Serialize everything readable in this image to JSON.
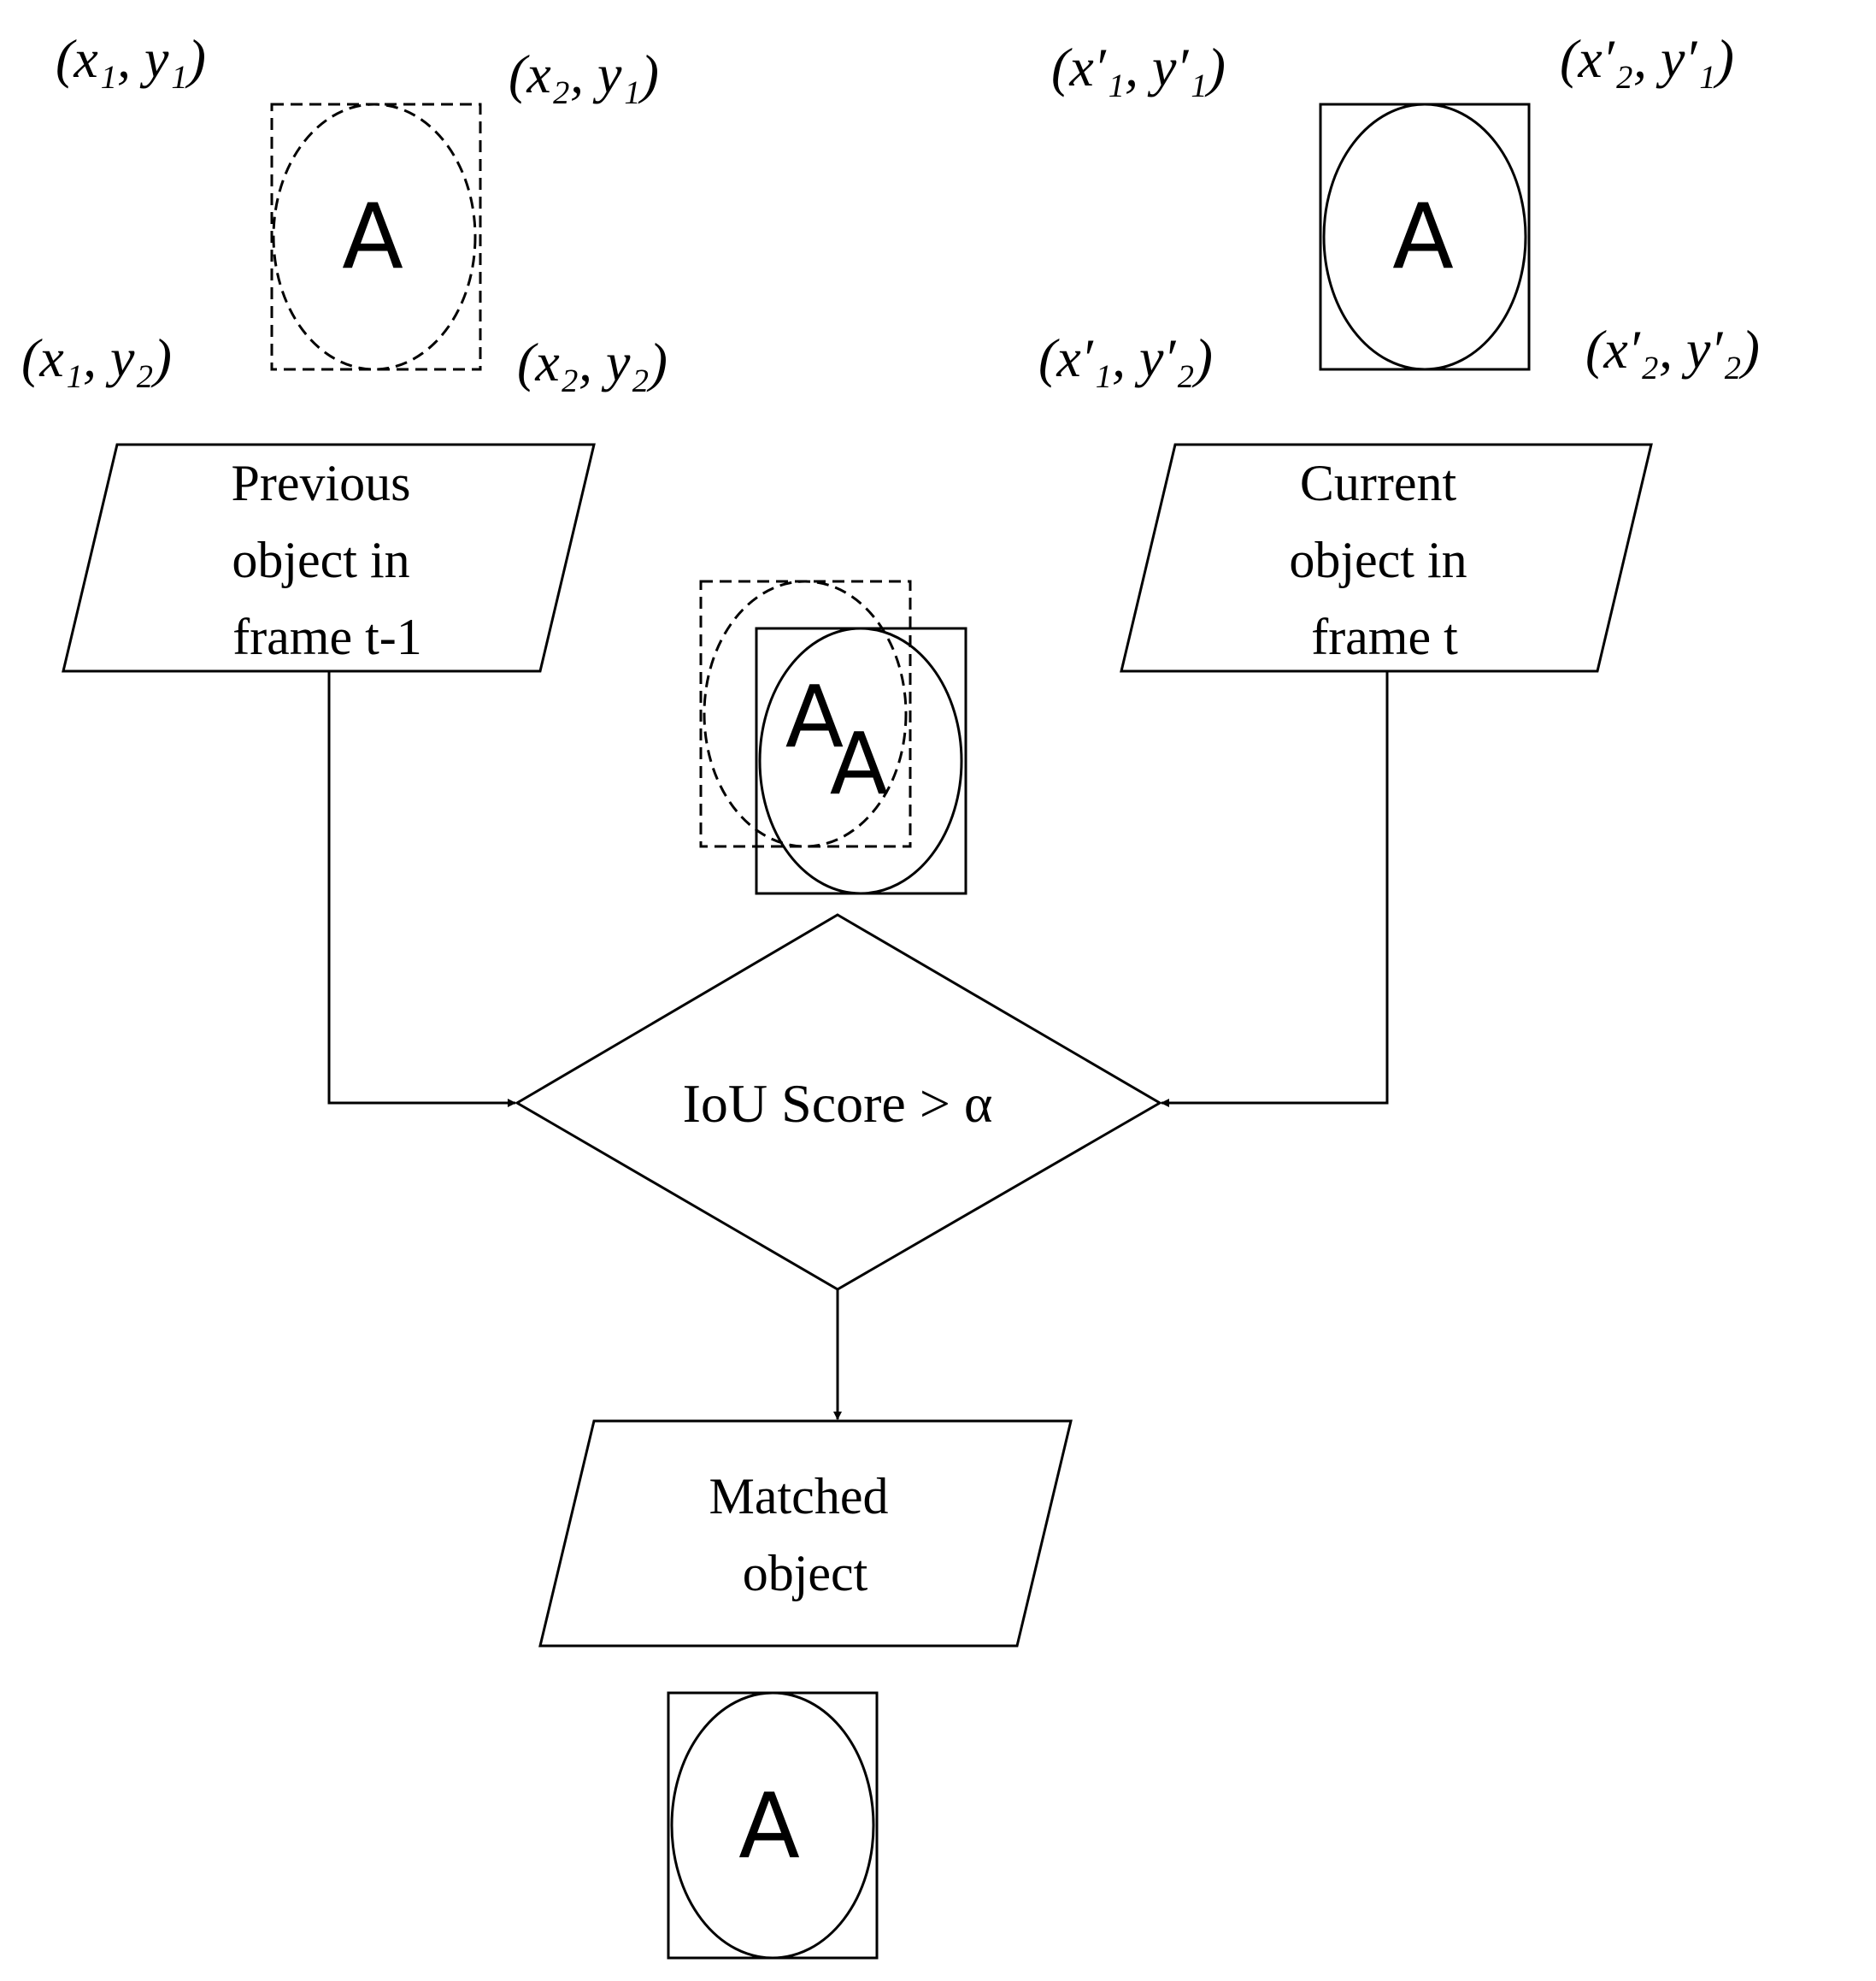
{
  "corner_labels": {
    "previous": {
      "top_left": "(x₁, y₁)",
      "top_right": "(x₂, y₁)",
      "bottom_left": "(x₁, y₂)",
      "bottom_right": "(x₂, y₂)"
    },
    "current": {
      "top_left": "(x′₁, y′₁)",
      "top_right": "(x′₂, y′₁)",
      "bottom_left": "(x′₁, y′₂)",
      "bottom_right": "(x′₂, y′₂)"
    }
  },
  "object_letter": "A",
  "nodes": {
    "previous": {
      "lines": [
        "Previous",
        "object in",
        "frame t-1"
      ]
    },
    "current": {
      "lines": [
        "Current",
        "object in",
        "frame t"
      ]
    },
    "decision": {
      "label": "IoU Score > α"
    },
    "matched": {
      "lines": [
        "Matched",
        "object"
      ]
    }
  },
  "colors": {
    "stroke": "#000000",
    "background": "#ffffff"
  }
}
